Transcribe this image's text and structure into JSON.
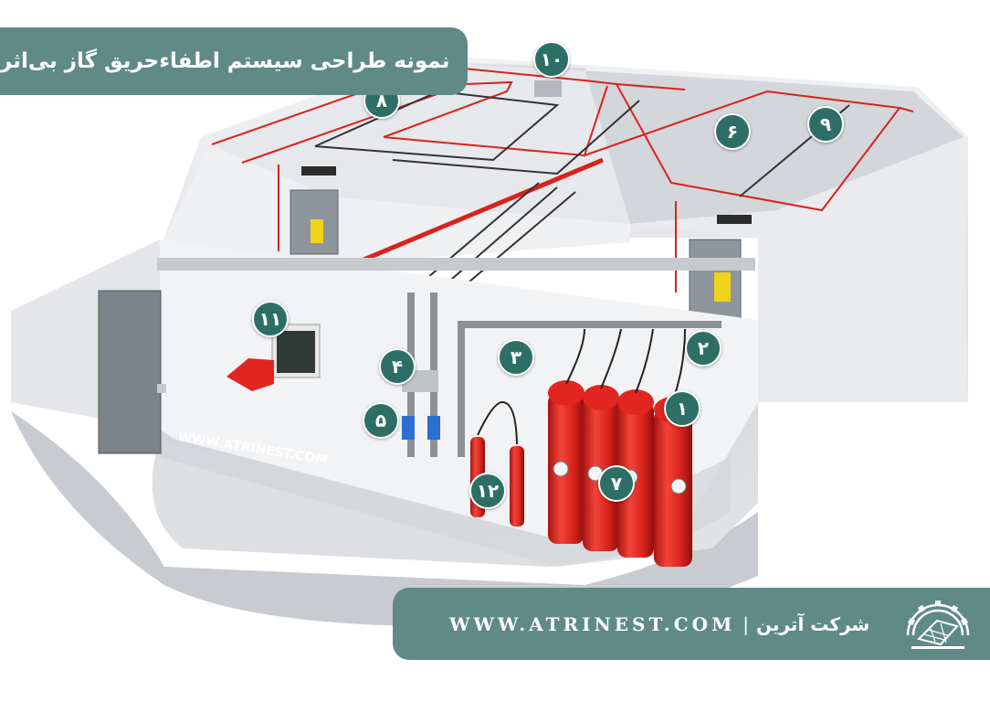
{
  "title": "نمونه طراحی سیستم اطفاءحریق گاز بی‌اثر",
  "footer": {
    "url": "WWW.ATRINEST.COM",
    "separator": "|",
    "company": "شرکت آترین"
  },
  "floor_watermark": "WWW.ATRINEST.COM",
  "logo_icon": "gear-solar-panel-logo",
  "markers": [
    "۱",
    "۲",
    "۳",
    "۴",
    "۵",
    "۶",
    "۷",
    "۸",
    "۹",
    "۱۰",
    "۱۱",
    "۱۲"
  ],
  "colors": {
    "panel_bg": "#5f8a86",
    "marker_bg": "#2d6f67",
    "cylinder": "#e0261f",
    "pipe_red": "#d8231c",
    "pipe_dark": "#333333"
  }
}
